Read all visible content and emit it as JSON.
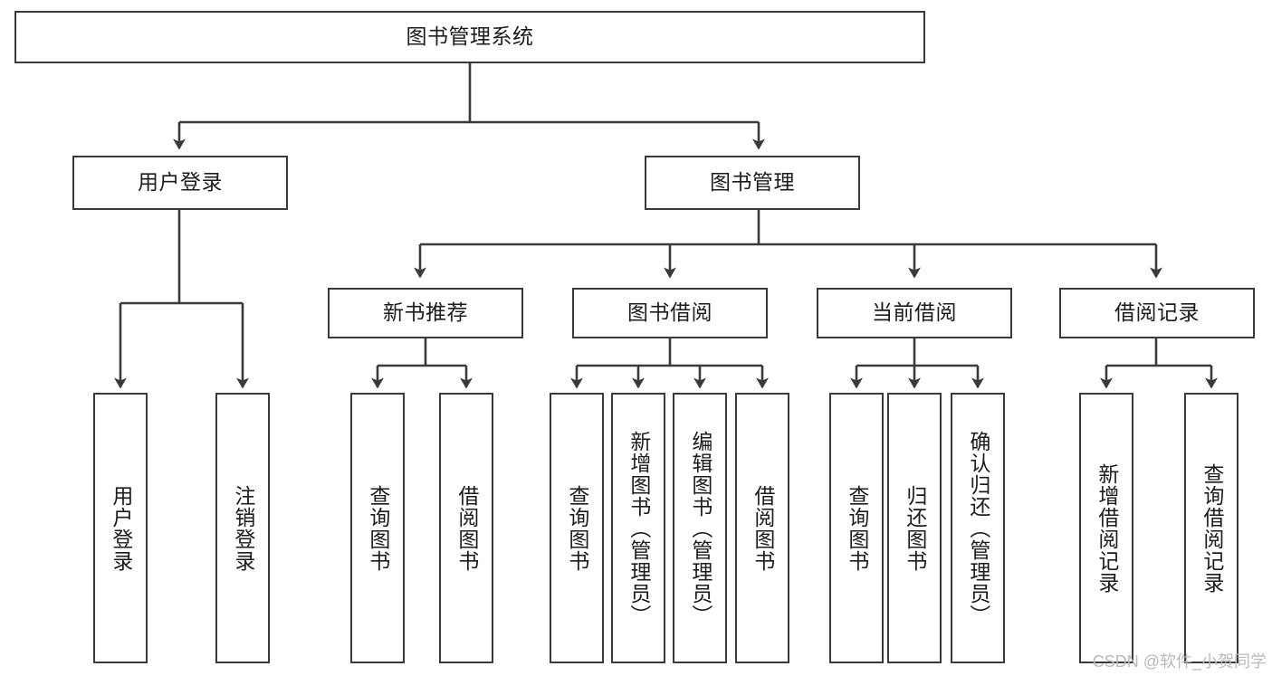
{
  "diagram": {
    "type": "hierarchy-tree",
    "title": "图书管理系统",
    "watermark": "CSDN @软件_小贺同学",
    "colors": {
      "box_border": "#3a3a3a",
      "connector": "#3a3a3a",
      "text": "#1c1c1c",
      "background": "#ffffff",
      "watermark": "#b9b9b9"
    },
    "nodes": {
      "root": {
        "label": "图书管理系统"
      },
      "level1": [
        {
          "label": "用户登录"
        },
        {
          "label": "图书管理"
        }
      ],
      "level2": [
        {
          "label": "新书推荐"
        },
        {
          "label": "图书借阅"
        },
        {
          "label": "当前借阅"
        },
        {
          "label": "借阅记录"
        }
      ],
      "leaves": {
        "user_login": [
          {
            "label": "用户登录"
          },
          {
            "label": "注销登录"
          }
        ],
        "new_book": [
          {
            "label": "查询图书"
          },
          {
            "label": "借阅图书"
          }
        ],
        "book_borrow": [
          {
            "label": "查询图书"
          },
          {
            "label": "新增图书（管理员）"
          },
          {
            "label": "编辑图书（管理员）"
          },
          {
            "label": "借阅图书"
          }
        ],
        "current_borrow": [
          {
            "label": "查询图书"
          },
          {
            "label": "归还图书"
          },
          {
            "label": "确认归还（管理员）"
          }
        ],
        "borrow_record": [
          {
            "label": "新增借阅记录"
          },
          {
            "label": "查询借阅记录"
          }
        ]
      }
    }
  }
}
